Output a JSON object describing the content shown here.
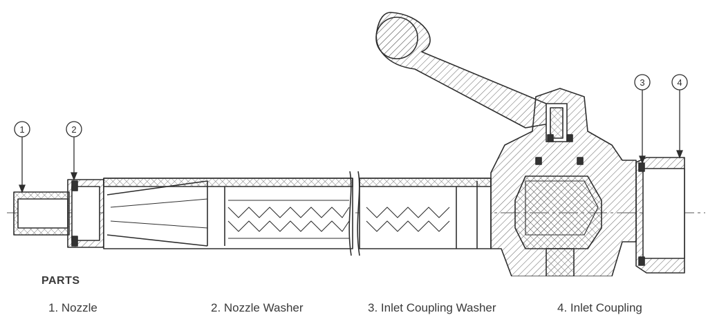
{
  "callouts": [
    "1",
    "2",
    "3",
    "4"
  ],
  "parts_heading": "PARTS",
  "parts": [
    "1. Nozzle",
    "2. Nozzle Washer",
    "3. Inlet Coupling Washer",
    "4. Inlet Coupling"
  ]
}
